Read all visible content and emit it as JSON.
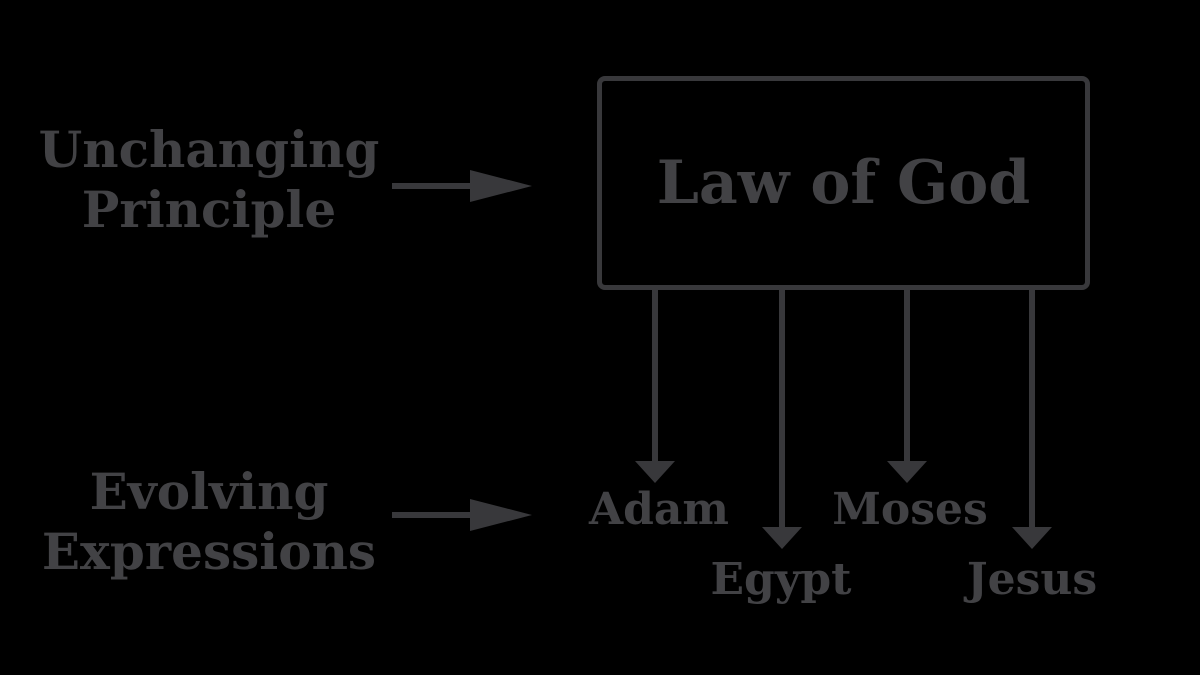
{
  "diagram": {
    "background_color": "#000000",
    "stroke_color": "#38383b",
    "text_color": "#424245",
    "left_labels": [
      {
        "name": "unchanging-principle",
        "lines": [
          "Unchanging",
          "Principle"
        ]
      },
      {
        "name": "evolving-expressions",
        "lines": [
          "Evolving",
          "Expressions"
        ]
      }
    ],
    "central_box": {
      "label": "Law of God"
    },
    "expressions": [
      {
        "label": "Adam",
        "arrow": "short"
      },
      {
        "label": "Egypt",
        "arrow": "long"
      },
      {
        "label": "Moses",
        "arrow": "short"
      },
      {
        "label": "Jesus",
        "arrow": "long"
      }
    ]
  }
}
